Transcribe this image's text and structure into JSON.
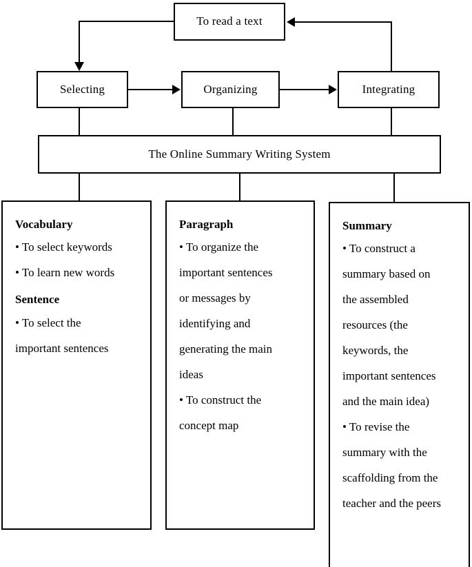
{
  "diagram": {
    "nodes": {
      "read": "To read a text",
      "selecting": "Selecting",
      "organizing": "Organizing",
      "integrating": "Integrating",
      "system": "The Online Summary Writing System"
    },
    "panels": {
      "vocabulary": {
        "title": "Vocabulary",
        "items": [
          "• To select keywords",
          "• To learn new words"
        ],
        "subtitle": "Sentence",
        "sub_items": [
          "• To select the",
          "important sentences"
        ]
      },
      "paragraph": {
        "title": "Paragraph",
        "items": [
          "• To organize the",
          "important sentences",
          "or messages by",
          "identifying and",
          "generating the main",
          "ideas",
          "• To construct the",
          "concept map"
        ]
      },
      "summary": {
        "title": "Summary",
        "items": [
          "• To construct a",
          "summary based on",
          "the assembled",
          "resources (the",
          "keywords, the",
          "important sentences",
          "and the main idea)",
          "• To revise the",
          "summary with the",
          "scaffolding from the",
          "teacher and the peers"
        ]
      }
    },
    "colors": {
      "stroke": "#000000",
      "background": "#ffffff"
    }
  }
}
